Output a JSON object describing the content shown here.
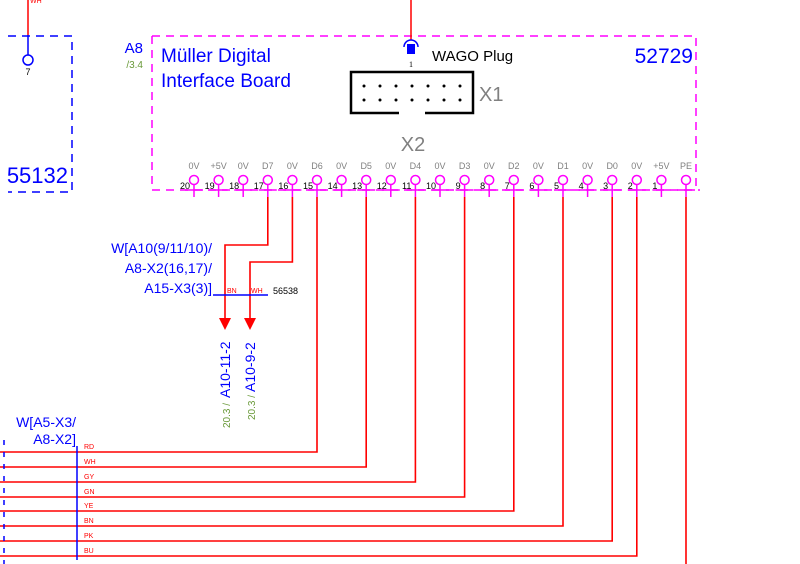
{
  "left_device": {
    "id": "55132",
    "pin_label": "7",
    "wire_color": "WH"
  },
  "device": {
    "tag": "A8",
    "ref": "/3.4",
    "title_line1": "Müller Digital",
    "title_line2": "Interface Board",
    "part_number": "52729",
    "plug_pin": "1",
    "plug_label": "WAGO Plug",
    "connector_x1": "X1",
    "connector_x2": "X2"
  },
  "pins": [
    {
      "num": "20",
      "signal": "0V"
    },
    {
      "num": "19",
      "signal": "+5V"
    },
    {
      "num": "18",
      "signal": "0V"
    },
    {
      "num": "17",
      "signal": "D7"
    },
    {
      "num": "16",
      "signal": "0V"
    },
    {
      "num": "15",
      "signal": "D6"
    },
    {
      "num": "14",
      "signal": "0V"
    },
    {
      "num": "13",
      "signal": "D5"
    },
    {
      "num": "12",
      "signal": "0V"
    },
    {
      "num": "11",
      "signal": "D4"
    },
    {
      "num": "10",
      "signal": "0V"
    },
    {
      "num": "9",
      "signal": "D3"
    },
    {
      "num": "8",
      "signal": "0V"
    },
    {
      "num": "7",
      "signal": "D2"
    },
    {
      "num": "6",
      "signal": "0V"
    },
    {
      "num": "5",
      "signal": "D1"
    },
    {
      "num": "4",
      "signal": "0V"
    },
    {
      "num": "3",
      "signal": "D0"
    },
    {
      "num": "2",
      "signal": "0V"
    },
    {
      "num": "1",
      "signal": "+5V"
    },
    {
      "num": "",
      "signal": "PE"
    }
  ],
  "cable1": {
    "label_line1": "W[A10(9/11/10)/",
    "label_line2": "A8-X2(16,17)/",
    "label_line3": "A15-X3(3)]",
    "cable_id": "56538",
    "cores": [
      "BN",
      "WH"
    ],
    "targets": [
      {
        "ref": "20.3 /",
        "dest": "A10-11-2"
      },
      {
        "ref": "20.3 /",
        "dest": "A10-9-2"
      }
    ]
  },
  "cable2": {
    "label_line1": "W[A5-X3/",
    "label_line2": "A8-X2]",
    "cores": [
      "RD",
      "WH",
      "GY",
      "GN",
      "YE",
      "BN",
      "PK",
      "BU"
    ]
  },
  "colors": {
    "wire": "#ff0000",
    "device_border": "#ff00ff",
    "left_device_border": "#0000ff",
    "label": "#0000ff",
    "ref": "#6a9a3a"
  }
}
